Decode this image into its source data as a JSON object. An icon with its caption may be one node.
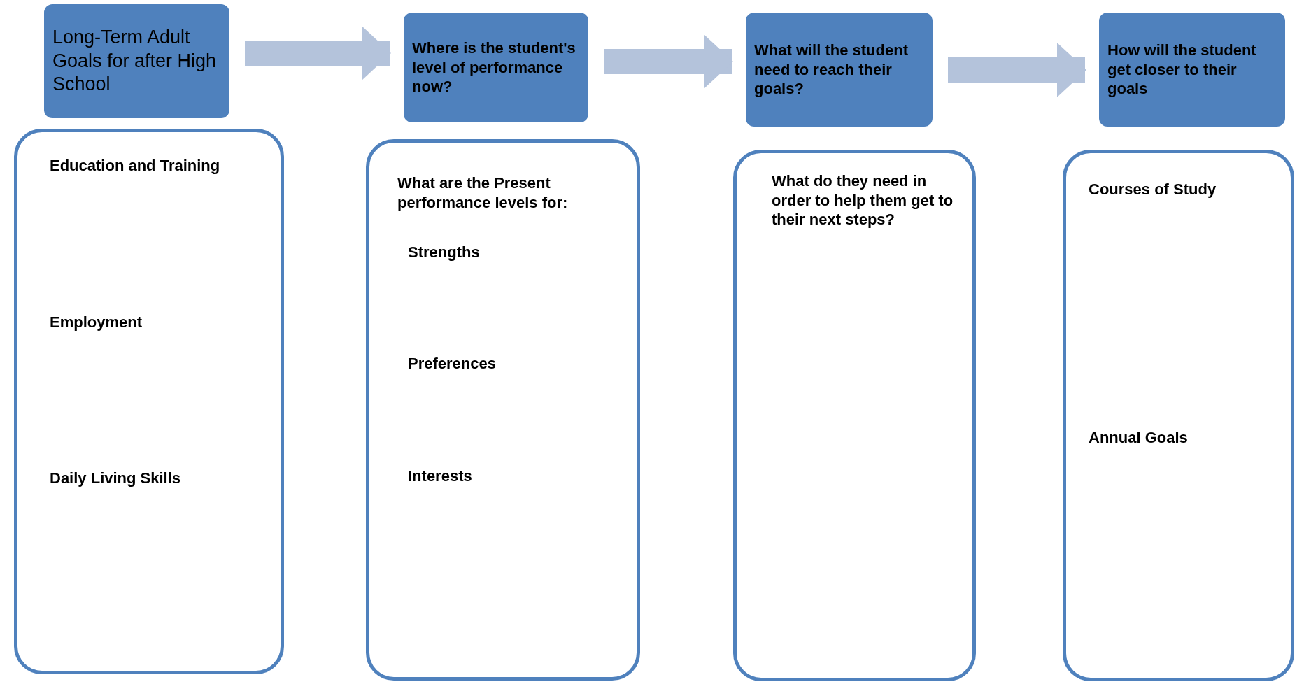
{
  "diagram": {
    "nodes": [
      {
        "text": [
          "Long-Term Adult Goals for after High School"
        ]
      },
      {
        "text": [
          "Where is the student's level of performance now?"
        ]
      },
      {
        "text": [
          "What will the student need to reach their goals?"
        ]
      },
      {
        "text": [
          "How will the student get closer to their goals"
        ]
      },
      {
        "text": [
          "Education and Training",
          "Employment",
          "Daily Living Skills"
        ]
      },
      {
        "text": [
          "What are the Present performance levels for:",
          "Strengths",
          "Preferences",
          "Interests"
        ]
      },
      {
        "text": [
          "What do they need in order to help them get to their next steps?"
        ]
      },
      {
        "text": [
          "Courses of Study",
          "Annual Goals"
        ]
      }
    ],
    "edges": [
      {
        "from": 0,
        "to": 1,
        "arrow": "to"
      },
      {
        "from": 1,
        "to": 2,
        "arrow": "to"
      },
      {
        "from": 2,
        "to": 3,
        "arrow": "to"
      }
    ]
  }
}
